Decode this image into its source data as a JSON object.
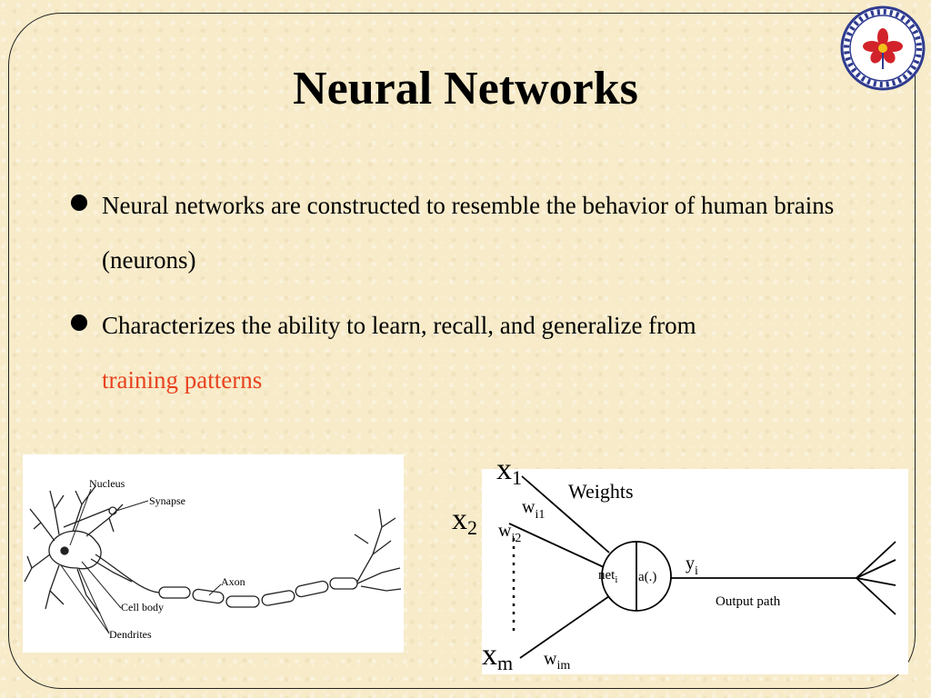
{
  "slide": {
    "title": "Neural Networks",
    "bullets": [
      {
        "text": "Neural networks are constructed to resemble the behavior of human brains (neurons)"
      },
      {
        "text": "Characterizes the ability to learn, recall, and generalize from ",
        "highlight": "training patterns"
      }
    ]
  },
  "neuron_diagram": {
    "labels": {
      "nucleus": "Nucleus",
      "synapse": "Synapse",
      "axon": "Axon",
      "cell_body": "Cell body",
      "dendrites": "Dendrites"
    }
  },
  "neuron_model": {
    "inputs": [
      {
        "x": "x",
        "sub": "1"
      },
      {
        "x": "x",
        "sub": "2"
      },
      {
        "x": "x",
        "sub": "m"
      }
    ],
    "weights": [
      {
        "w": "w",
        "sub": "i1"
      },
      {
        "w": "w",
        "sub": "i2"
      },
      {
        "w": "w",
        "sub": "im"
      }
    ],
    "weights_title": "Weights",
    "net_label": "net",
    "net_sub": "i",
    "activation_label": "a(.)",
    "output_label": "y",
    "output_sub": "i",
    "output_path_label": "Output path"
  },
  "colors": {
    "highlight": "#e8421e",
    "background": "#f7ebc9",
    "logo_blue": "#2f3b8f",
    "logo_red": "#d2232a"
  },
  "logo": {
    "name": "university-seal"
  }
}
